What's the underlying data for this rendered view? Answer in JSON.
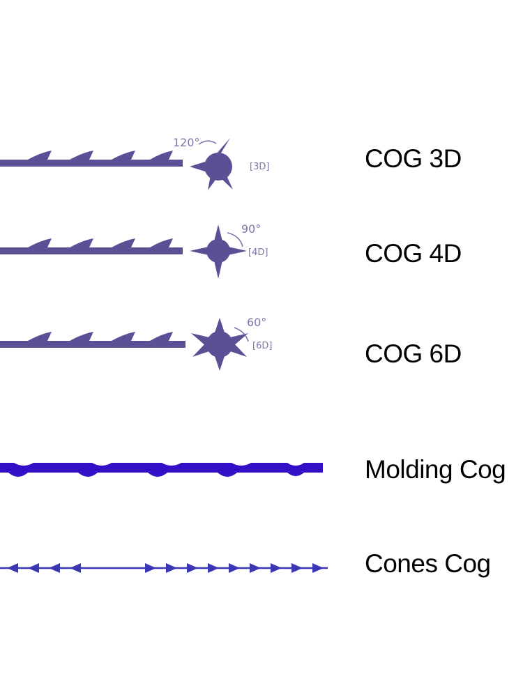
{
  "colors": {
    "thread_purple": "#5b4f96",
    "molding_blue": "#3310c8",
    "cones_blue": "#3a36b4",
    "annotation": "#7d76aa",
    "label_text": "#000000"
  },
  "threads": [
    {
      "id": "cog-3d",
      "label": "COG 3D",
      "angle_text": "120°",
      "type_text": "[3D]",
      "barb_count": 3
    },
    {
      "id": "cog-4d",
      "label": "COG 4D",
      "angle_text": "90°",
      "type_text": "[4D]",
      "barb_count": 4
    },
    {
      "id": "cog-6d",
      "label": "COG 6D",
      "angle_text": "60°",
      "type_text": "[6D]",
      "barb_count": 6
    },
    {
      "id": "molding-cog",
      "label": "Molding Cog"
    },
    {
      "id": "cones-cog",
      "label": "Cones Cog"
    }
  ]
}
